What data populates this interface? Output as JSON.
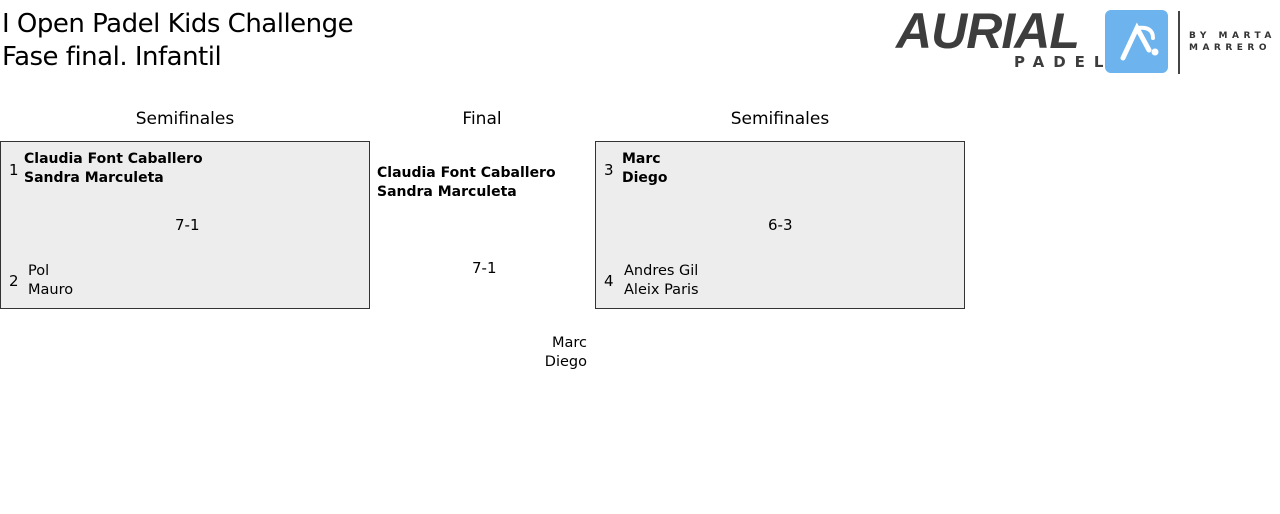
{
  "title": {
    "line1": "I Open Padel Kids Challenge",
    "line2": "Fase final. Infantil"
  },
  "logo": {
    "word": "AURIAL",
    "sub": "PADEL",
    "by_line1": "BY MARTA",
    "by_line2": "MARRERO",
    "accent": "#6db3ee"
  },
  "rounds": {
    "left": "Semifinales",
    "final": "Final",
    "right": "Semifinales"
  },
  "semi1": {
    "top": {
      "seed": "1",
      "p1": "Claudia Font Caballero",
      "p2": "Sandra Marculeta"
    },
    "score": "7-1",
    "bottom": {
      "seed": "2",
      "p1": "Pol",
      "p2": "Mauro"
    }
  },
  "semi2": {
    "top": {
      "seed": "3",
      "p1": "Marc",
      "p2": "Diego"
    },
    "score": "6-3",
    "bottom": {
      "seed": "4",
      "p1": "Andres Gil",
      "p2": "Aleix Paris"
    }
  },
  "final": {
    "top": {
      "p1": "Claudia Font Caballero",
      "p2": "Sandra Marculeta"
    },
    "score": "7-1",
    "bottom": {
      "p1": "Marc",
      "p2": "Diego"
    }
  }
}
